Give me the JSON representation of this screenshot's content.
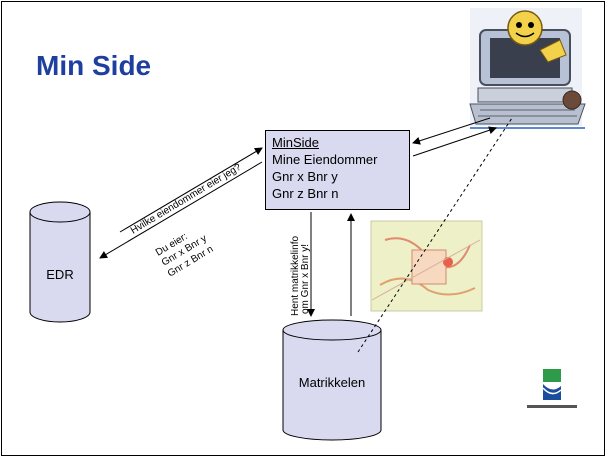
{
  "title": "Min Side",
  "minside_box": {
    "heading": "MinSide",
    "lines": [
      "Mine Eiendommer",
      "Gnr x Bnr y",
      "Gnr z Bnr n"
    ]
  },
  "databases": {
    "edr": "EDR",
    "matrikkelen": "Matrikkelen"
  },
  "arrow_labels": {
    "question": "Hvilke eiendommer eier jeg?",
    "answer": [
      "Du eier:",
      "Gnr x Bnr y",
      "Gnr z Bnr n"
    ],
    "fetch": [
      "Hent matrikkelinfo",
      "om Gnr x Bnr y!"
    ]
  },
  "colors": {
    "title": "#1f3fa0",
    "box_fill": "#d9d9f0",
    "logo_blue": "#1a4d9c",
    "logo_green": "#2e9b4a"
  },
  "icons": [
    "computer-clipart-icon",
    "map-thumbnail-image",
    "statens-kartverk-logo"
  ]
}
